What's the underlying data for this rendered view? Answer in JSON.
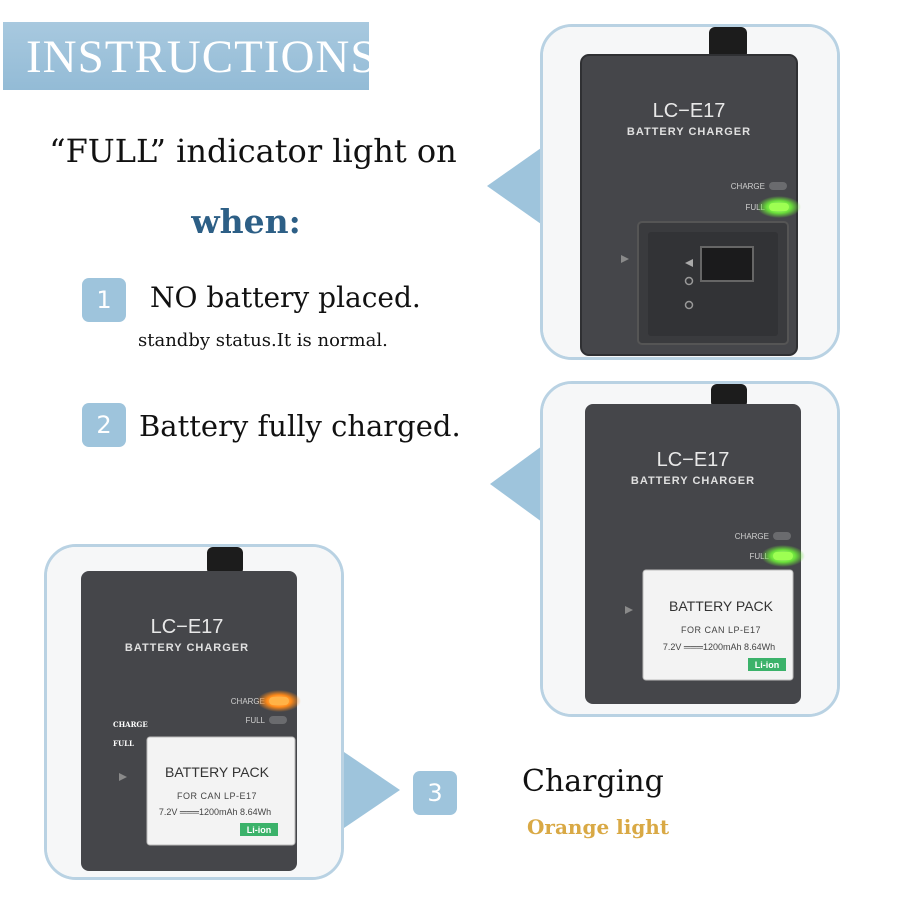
{
  "header": {
    "title": "INSTRUCTIONS"
  },
  "headline": "“FULL” indicator light on",
  "when_label": "when:",
  "items": [
    {
      "number": "1",
      "title": "NO battery placed.",
      "subtitle": "standby status.It is normal."
    },
    {
      "number": "2",
      "title": "Battery fully charged."
    },
    {
      "number": "3",
      "title": "Charging",
      "subtitle": "Orange light"
    }
  ],
  "charger": {
    "model": "LC−E17",
    "label": "BATTERY CHARGER",
    "charge_led_label": "CHARGE",
    "full_led_label": "FULL"
  },
  "battery": {
    "label": "BATTERY PACK",
    "compat": "FOR CAN LP-E17",
    "spec": "7.2V ═══1200mAh 8.64Wh",
    "chem_badge": "Li-ion"
  },
  "panel3_overlay": {
    "charge": "CHARGE",
    "full": "FULL"
  },
  "colors": {
    "accent": "#9ec4dc",
    "banner": "#a2c4dc",
    "when_text": "#2d5f86",
    "orange_text": "#d9a945",
    "led_green": "#6be23a",
    "led_orange": "#ff8a18"
  }
}
